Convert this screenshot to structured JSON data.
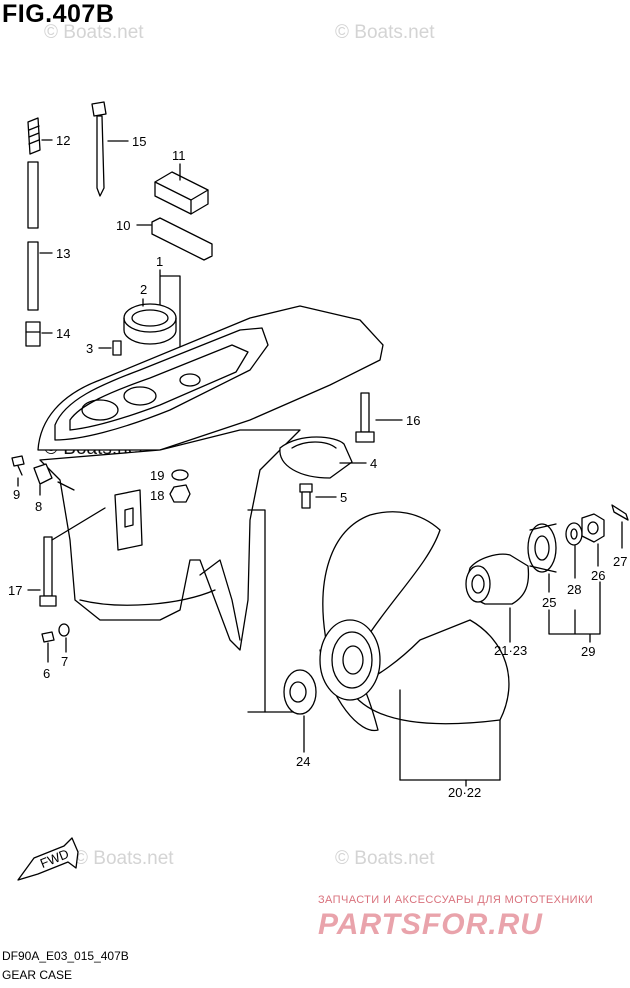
{
  "figure": {
    "title": "FIG.407B",
    "model_code": "DF90A_E03_015_407B",
    "caption": "GEAR CASE"
  },
  "watermarks": [
    "© Boats.net",
    "© Boats.net",
    "© Boats.net",
    "© Boats.net",
    "© Boats.net"
  ],
  "brand": {
    "subtitle": "ЗАПЧАСТИ И АКСЕССУАРЫ ДЛЯ МОТОТЕХНИКИ",
    "logo": "PARTSFOR.RU"
  },
  "fwd_label": "FWD",
  "callouts": {
    "c1": "1",
    "c2": "2",
    "c3": "3",
    "c4": "4",
    "c5": "5",
    "c6": "6",
    "c7": "7",
    "c8": "8",
    "c9": "9",
    "c10": "10",
    "c11": "11",
    "c12": "12",
    "c13": "13",
    "c14": "14",
    "c15": "15",
    "c16": "16",
    "c17": "17",
    "c18": "18",
    "c19": "19",
    "c2022": "20·22",
    "c2123": "21·23",
    "c24": "24",
    "c25": "25",
    "c26": "26",
    "c27": "27",
    "c28": "28",
    "c29": "29"
  },
  "colors": {
    "line": "#000000",
    "watermark": "#d4d4d4",
    "brand": "#e9a3ab"
  }
}
